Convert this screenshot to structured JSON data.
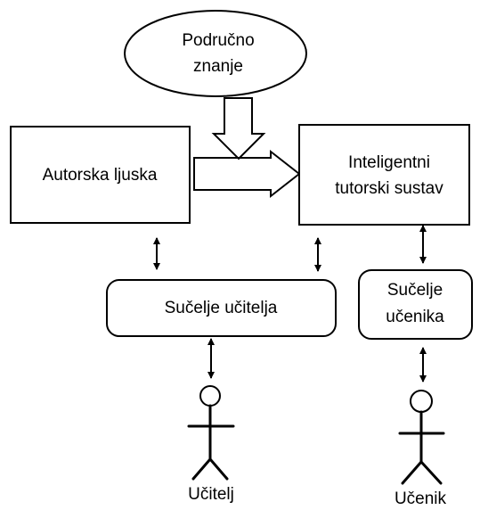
{
  "nodes": {
    "domain_knowledge": {
      "line1": "Područno",
      "line2": "znanje"
    },
    "authoring_shell": {
      "label": "Autorska ljuska"
    },
    "its": {
      "line1": "Inteligentni",
      "line2": "tutorski sustav"
    },
    "teacher_interface": {
      "label": "Sučelje učitelja"
    },
    "student_interface": {
      "line1": "Sučelje",
      "line2": "učenika"
    }
  },
  "actors": {
    "teacher": {
      "label": "Učitelj"
    },
    "student": {
      "label": "Učenik"
    }
  }
}
